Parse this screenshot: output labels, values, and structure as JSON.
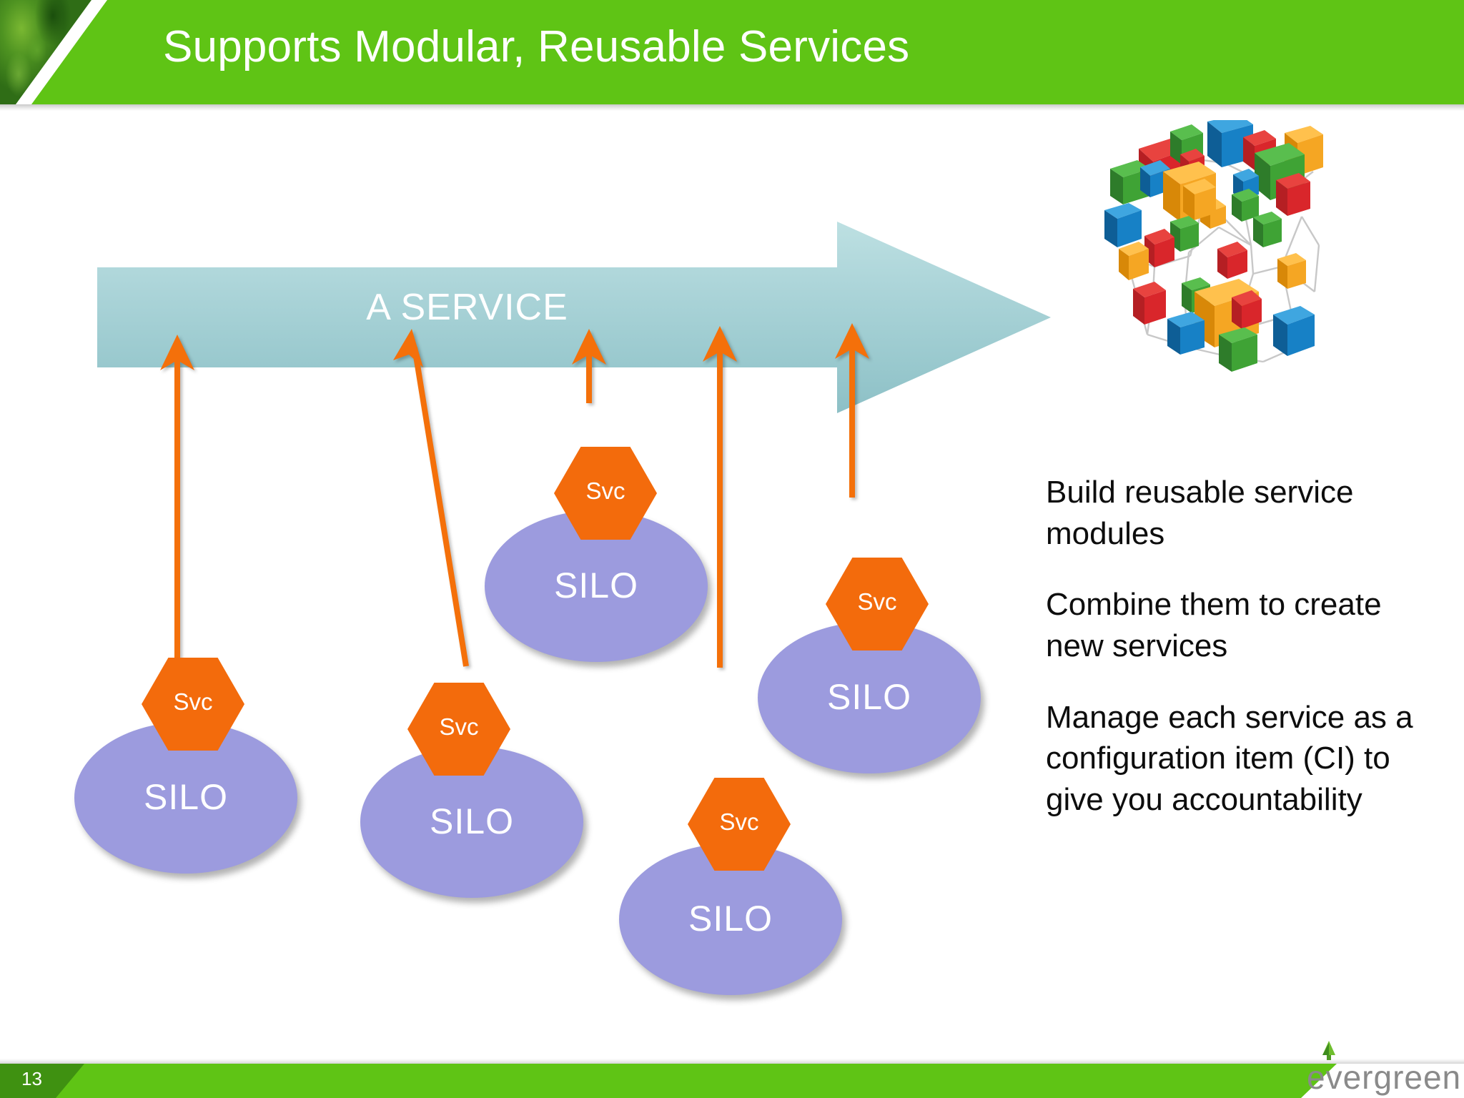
{
  "slide": {
    "title": "Supports Modular, Reusable Services",
    "page_number": "13",
    "background_color": "#ffffff"
  },
  "theme": {
    "header_green": "#5FC415",
    "header_dark_green": "#3F9111",
    "arrow_teal": "#9BCACF",
    "silo_purple": "#9C9BDE",
    "svc_orange": "#F36B0C",
    "connector_orange": "#F4700A",
    "body_text": "#0d0d0d",
    "logo_gray": "#8a8a8a"
  },
  "diagram": {
    "service_arrow": {
      "label": "A SERVICE",
      "direction": "right"
    },
    "silos": [
      {
        "label": "SILO",
        "svc_label": "Svc"
      },
      {
        "label": "SILO",
        "svc_label": "Svc"
      },
      {
        "label": "SILO",
        "svc_label": "Svc"
      },
      {
        "label": "SILO",
        "svc_label": "Svc"
      },
      {
        "label": "SILO",
        "svc_label": "Svc"
      }
    ],
    "connector_count": 5,
    "network_graphic": {
      "name": "connected-cubes-network",
      "cube_colors": [
        "#D9262B",
        "#3FA335",
        "#1781C6",
        "#F5A623"
      ]
    }
  },
  "bullets": [
    "Build reusable service modules",
    "Combine them to create new services",
    "Manage each service as a configuration item (CI) to give you accountability"
  ],
  "footer": {
    "page_number": "13",
    "brand_name": "evergreen",
    "brand_icon": "evergreen-tree-icon"
  }
}
